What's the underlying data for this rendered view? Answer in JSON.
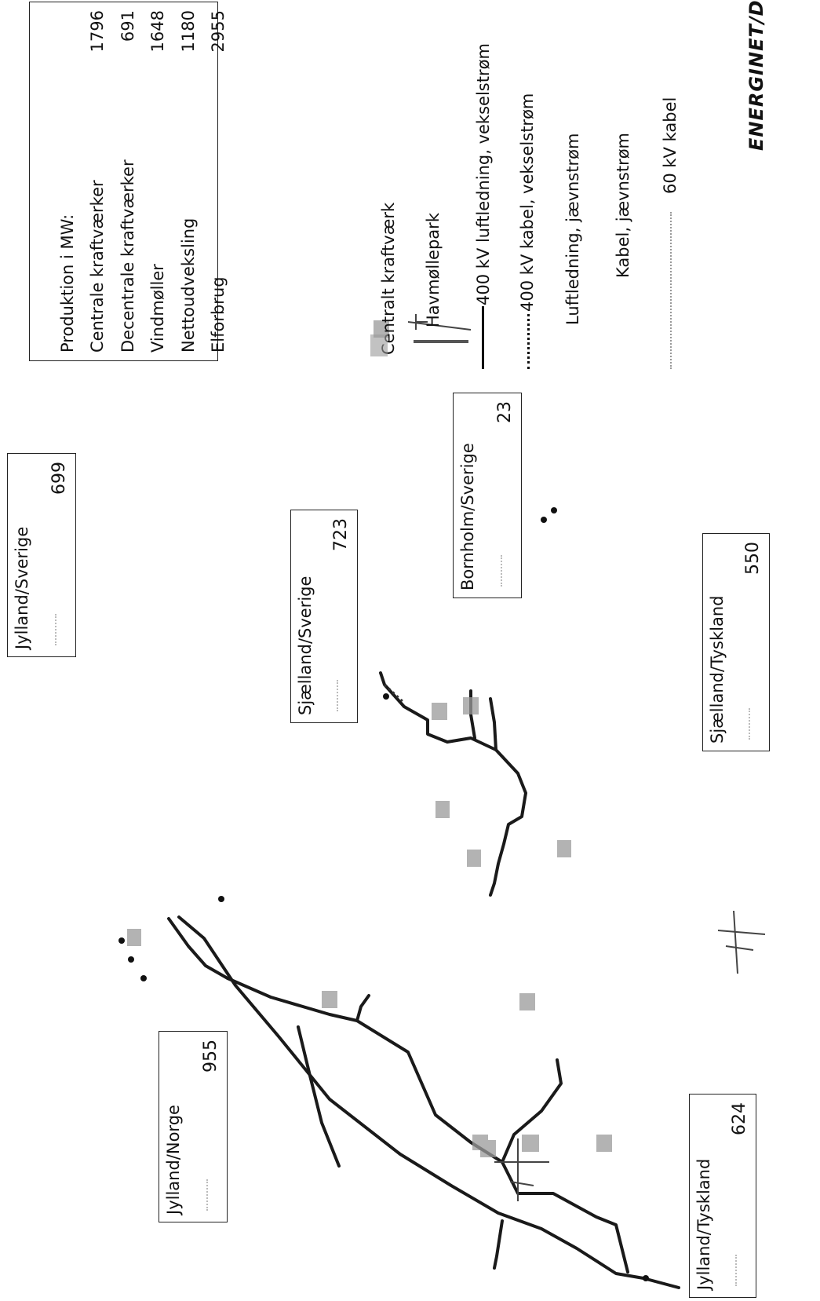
{
  "summary": {
    "title": "Produktion i MW:",
    "rows": [
      {
        "label": "Centrale kraftværker",
        "value": "1796"
      },
      {
        "label": "Decentrale kraftværker",
        "value": "691"
      },
      {
        "label": "Vindmøller",
        "value": "1648"
      },
      {
        "label": "Nettoudveksling",
        "value": "1180"
      },
      {
        "label": "Elforbrug",
        "value": "2955"
      }
    ]
  },
  "exchanges": [
    {
      "id": "jylland-norge",
      "label": "Jylland/Norge",
      "value": "955"
    },
    {
      "id": "jylland-sverige",
      "label": "Jylland/Sverige",
      "value": "699"
    },
    {
      "id": "sjaelland-sverige",
      "label": "Sjælland/Sverige",
      "value": "723"
    },
    {
      "id": "bornholm-sverige",
      "label": "Bornholm/Sverige",
      "value": "23"
    },
    {
      "id": "jylland-tyskland",
      "label": "Jylland/Tyskland",
      "value": "624"
    },
    {
      "id": "sjaelland-tyskland",
      "label": "Sjælland/Tyskland",
      "value": "550"
    }
  ],
  "legend": [
    {
      "label": "Centralt kraftværk",
      "symbol": "power-plant-icon"
    },
    {
      "label": "Havmøllepark",
      "symbol": "wind-farm-icon"
    },
    {
      "label": "400 kV luftledning, vekselstrøm",
      "symbol": "solid-line"
    },
    {
      "label": "400 kV kabel, vekselstrøm",
      "symbol": "dotted-line"
    },
    {
      "label": "Luftledning, jævnstrøm",
      "symbol": "none"
    },
    {
      "label": "Kabel, jævnstrøm",
      "symbol": "none"
    },
    {
      "label": "60 kV kabel",
      "symbol": "faint-dotted-line"
    }
  ],
  "logo": "ENERGINET/D"
}
